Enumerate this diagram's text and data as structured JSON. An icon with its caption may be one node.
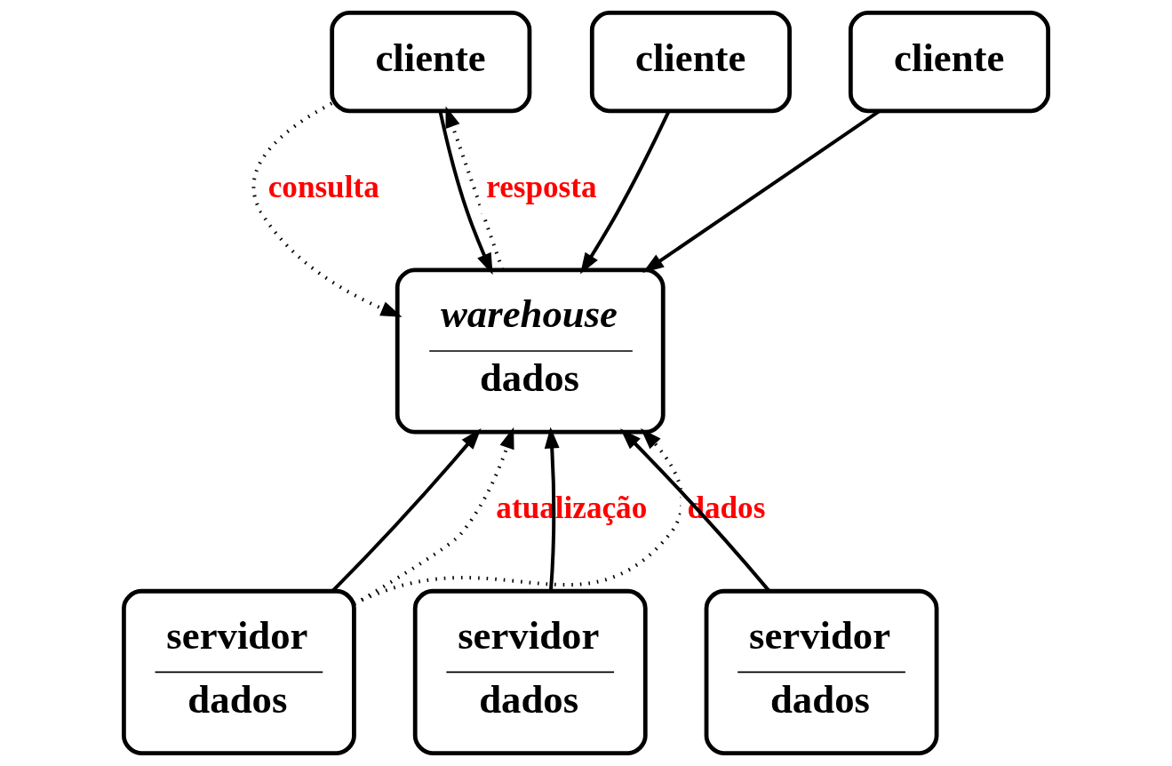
{
  "diagram": {
    "nodes": [
      {
        "text": [
          "cliente"
        ]
      },
      {
        "text": [
          "cliente"
        ]
      },
      {
        "text": [
          "cliente"
        ]
      },
      {
        "text": [
          "warehouse",
          "dados"
        ]
      },
      {
        "text": [
          "servidor",
          "dados"
        ]
      },
      {
        "text": [
          "servidor",
          "dados"
        ]
      },
      {
        "text": [
          "servidor",
          "dados"
        ]
      }
    ],
    "edges": [
      {
        "from": 0,
        "to": 3,
        "arrow": "to",
        "style": "dashed",
        "label": "consulta"
      },
      {
        "from": 0,
        "to": 3,
        "arrow": "to"
      },
      {
        "from": 3,
        "to": 0,
        "arrow": "to",
        "style": "dashed",
        "label": "resposta"
      },
      {
        "from": 1,
        "to": 3,
        "arrow": "to"
      },
      {
        "from": 2,
        "to": 3,
        "arrow": "to"
      },
      {
        "from": 4,
        "to": 3,
        "arrow": "to",
        "style": "dashed",
        "label": "atualização"
      },
      {
        "from": 4,
        "to": 3,
        "arrow": "to"
      },
      {
        "from": 4,
        "to": 3,
        "arrow": "to",
        "style": "dashed",
        "label": "dados"
      },
      {
        "from": 5,
        "to": 3,
        "arrow": "to"
      },
      {
        "from": 6,
        "to": 3,
        "arrow": "to"
      }
    ]
  }
}
